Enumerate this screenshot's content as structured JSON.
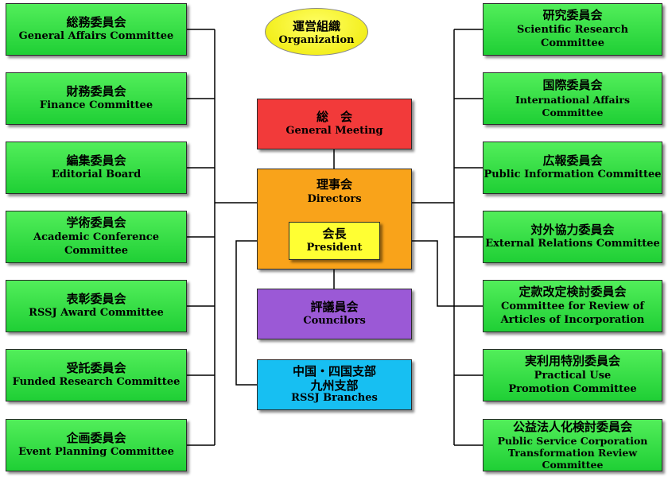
{
  "organization": {
    "jp": "運営組織",
    "en": "Organization"
  },
  "left_committees": [
    {
      "jp": "総務委員会",
      "en": "General Affairs Committee"
    },
    {
      "jp": "財務委員会",
      "en": "Finance Committee"
    },
    {
      "jp": "編集委員会",
      "en": "Editorial Board"
    },
    {
      "jp": "学術委員会",
      "en": "Academic Conference Committee"
    },
    {
      "jp": "表彰委員会",
      "en": "RSSJ Award Committee"
    },
    {
      "jp": "受託委員会",
      "en": "Funded Research Committee"
    },
    {
      "jp": "企画委員会",
      "en": "Event Planning Committee"
    }
  ],
  "right_committees": [
    {
      "jp": "研究委員会",
      "en": "Scientific Research Committee"
    },
    {
      "jp": "国際委員会",
      "en": "International Affairs Committee"
    },
    {
      "jp": "広報委員会",
      "en": "Public Information Committee"
    },
    {
      "jp": "対外協力委員会",
      "en": "External Relations Committee"
    },
    {
      "jp": "定款改定検討委員会",
      "en": "Committee for Review of Articles of Incorporation"
    },
    {
      "jp": "実利用特別委員会",
      "en": "Practical Use Promotion Committee"
    },
    {
      "jp": "公益法人化検討委員会",
      "en": "Public Service Corporation Transformation Review Committee"
    }
  ],
  "general_meeting": {
    "jp": "総　会",
    "en": "General Meeting",
    "color": "#f23a3a"
  },
  "directors": {
    "jp": "理事会",
    "en": "Directors",
    "color": "#f9a31a"
  },
  "president": {
    "jp": "会長",
    "en": "President",
    "color": "#ffff33"
  },
  "councilors": {
    "jp": "評議員会",
    "en": "Councilors",
    "color": "#9b59d6"
  },
  "branches": {
    "jp_line1": "中国・四国支部",
    "jp_line2": "九州支部",
    "en": "RSSJ Branches",
    "color": "#17bff2"
  },
  "committee_color": "#35df45"
}
